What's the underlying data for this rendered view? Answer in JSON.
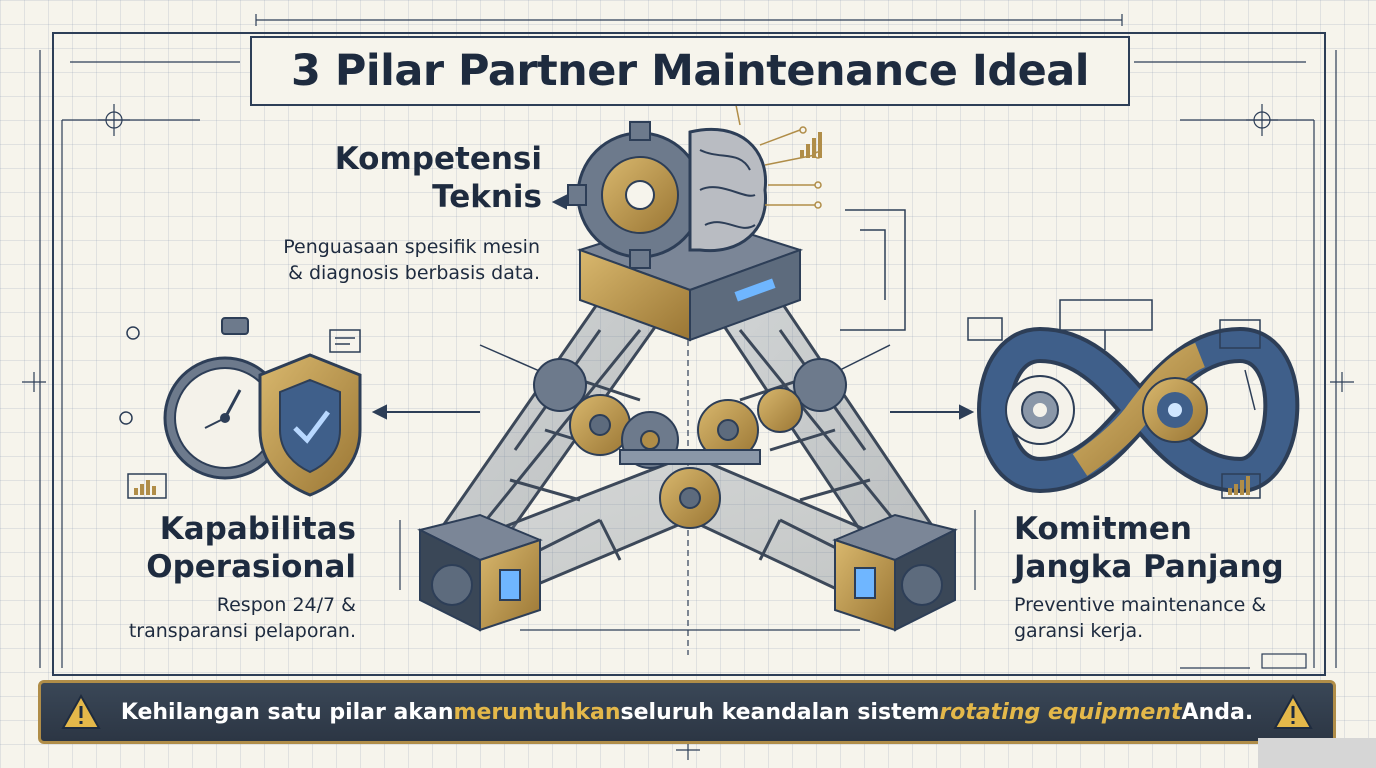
{
  "title": "3 Pilar Partner Maintenance Ideal",
  "pillars": {
    "kompetensi": {
      "title_line1": "Kompetensi",
      "title_line2": "Teknis",
      "desc_line1": "Penguasaan spesifik mesin",
      "desc_line2": "& diagnosis berbasis data."
    },
    "kapabilitas": {
      "title_line1": "Kapabilitas",
      "title_line2": "Operasional",
      "desc_line1": "Respon 24/7 &",
      "desc_line2": "transparansi pelaporan."
    },
    "komitmen": {
      "title_line1": "Komitmen",
      "title_line2": "Jangka Panjang",
      "desc_line1": "Preventive maintenance &",
      "desc_line2": "garansi kerja."
    }
  },
  "banner": {
    "part1": "Kehilangan satu pilar akan ",
    "highlight1": "meruntuhkan",
    "part2": " seluruh keandalan sistem ",
    "highlight2": "rotating equipment",
    "part3": " Anda."
  },
  "colors": {
    "navy": "#1e2b3f",
    "gold": "#b08d48",
    "steel": "#5d6b7d",
    "highlight": "#e4b84a",
    "background": "#f6f4ec"
  },
  "icons": [
    "brain-gear-icon",
    "stopwatch-icon",
    "shield-check-icon",
    "infinity-loop-icon",
    "warning-icon"
  ]
}
